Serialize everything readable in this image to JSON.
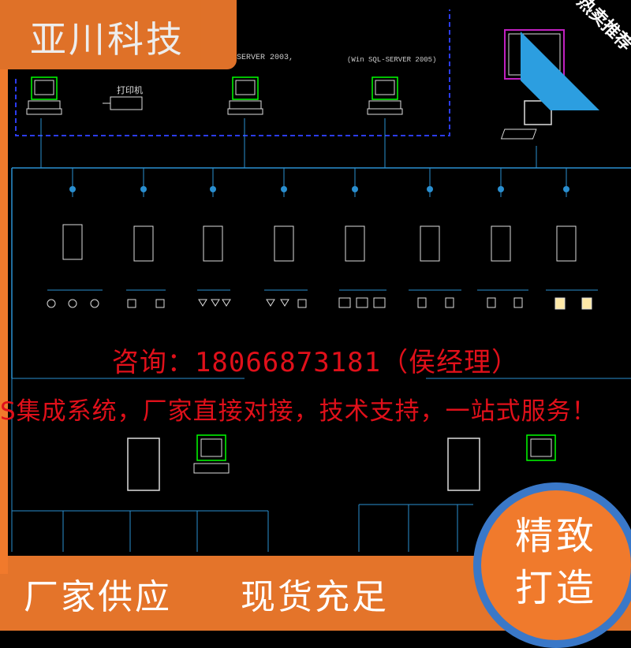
{
  "brand": {
    "name": "亚川科技"
  },
  "ribbon": {
    "label": "热卖推荐"
  },
  "diagram": {
    "top_labels": [
      "SERVER 2003,",
      "(Win SQL-SERVER 2005)",
      "打印机"
    ],
    "consult_line": "咨询：18066873181（侯经理）",
    "service_line": "S集成系统，厂家直接对接，技术支持，一站式服务！"
  },
  "bottom": {
    "left": "厂家供应",
    "mid": "现货充足",
    "circle_line1": "精致",
    "circle_line2": "打造"
  },
  "colors": {
    "accent_orange": "#f07a2c",
    "ribbon_blue": "#2c9ee0",
    "alert_red": "#e0101a",
    "line_cyan": "#2a8fd0",
    "frame_blue": "#2b3cf0",
    "background": "#000000"
  }
}
